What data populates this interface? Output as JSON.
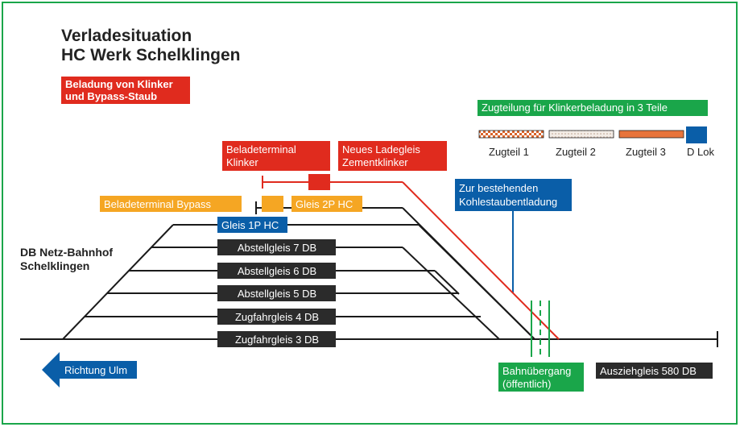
{
  "title": {
    "line1": "Verladesituation",
    "line2": "HC Werk Schelklingen"
  },
  "colors": {
    "frame": "#1aa64a",
    "red": "#e02b1e",
    "orange": "#f5a623",
    "blue": "#0a5ea8",
    "green": "#1aa64a",
    "dark": "#2b2b2b",
    "track": "#1a1a1a"
  },
  "legend_red": {
    "line1": "Beladung von Klinker",
    "line2": "und Bypass-Staub"
  },
  "legend_train": {
    "title": "Zugteilung für Klinkerbeladung in 3 Teile",
    "parts": [
      {
        "label": "Zugteil 1",
        "style": "checkered"
      },
      {
        "label": "Zugteil 2",
        "style": "dotted"
      },
      {
        "label": "Zugteil 3",
        "style": "solid-orange"
      },
      {
        "label": "D Lok",
        "style": "solid-blue"
      }
    ]
  },
  "labels": {
    "beladeterminal_klinker": [
      "Beladeterminal",
      "Klinker"
    ],
    "neues_ladegleis": [
      "Neues Ladegleis",
      "Zementklinker"
    ],
    "beladeterminal_bypass": "Beladeterminal Bypass",
    "gleis_2p": "Gleis 2P HC",
    "gleis_1p": "Gleis 1P HC",
    "kohle": [
      "Zur bestehenden",
      "Kohlestaubentladung"
    ],
    "db_station": [
      "DB Netz-Bahnhof",
      "Schelklingen"
    ],
    "richtung": "Richtung Ulm",
    "bahnuebergang": [
      "Bahnübergang",
      "(öffentlich)"
    ],
    "ausziehgleis": "Ausziehgleis 580 DB"
  },
  "tracks": [
    {
      "label": "Abstellgleis 7 DB"
    },
    {
      "label": "Abstellgleis 6 DB"
    },
    {
      "label": "Abstellgleis 5 DB"
    },
    {
      "label": "Zugfahrgleis 4 DB"
    },
    {
      "label": "Zugfahrgleis 3 DB"
    }
  ]
}
